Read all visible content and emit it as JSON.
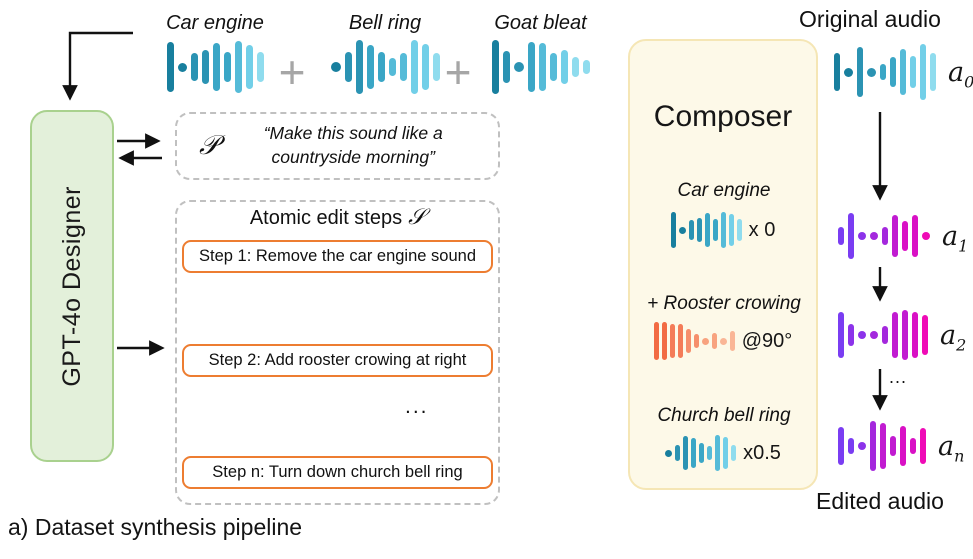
{
  "caption": "a) Dataset synthesis pipeline",
  "designer": {
    "label": "GPT-4o Designer"
  },
  "plus_sign": "+",
  "sources": [
    {
      "name": "Car engine",
      "waveform": {
        "w": 7,
        "gap": 4,
        "bars": [
          {
            "h": 50,
            "c": "#187f9e"
          },
          {
            "h": 9,
            "c": "#187f9e",
            "dot": true
          },
          {
            "h": 28,
            "c": "#2b93b3"
          },
          {
            "h": 34,
            "c": "#2b93b3"
          },
          {
            "h": 48,
            "c": "#3aa6c6"
          },
          {
            "h": 30,
            "c": "#3aa6c6"
          },
          {
            "h": 52,
            "c": "#55bbd8"
          },
          {
            "h": 44,
            "c": "#72cfe8"
          },
          {
            "h": 30,
            "c": "#8fdcee"
          }
        ]
      }
    },
    {
      "name": "Bell ring",
      "waveform": {
        "w": 7,
        "gap": 4,
        "bars": [
          {
            "h": 10,
            "c": "#187f9e",
            "dot": true
          },
          {
            "h": 30,
            "c": "#2b93b3"
          },
          {
            "h": 54,
            "c": "#2b93b3"
          },
          {
            "h": 44,
            "c": "#3aa6c6"
          },
          {
            "h": 30,
            "c": "#3aa6c6"
          },
          {
            "h": 18,
            "c": "#55bbd8"
          },
          {
            "h": 28,
            "c": "#55bbd8"
          },
          {
            "h": 54,
            "c": "#72cfe8"
          },
          {
            "h": 46,
            "c": "#72cfe8"
          },
          {
            "h": 28,
            "c": "#8fdcee"
          }
        ]
      }
    },
    {
      "name": "Goat bleat",
      "waveform": {
        "w": 7,
        "gap": 4,
        "bars": [
          {
            "h": 54,
            "c": "#187f9e"
          },
          {
            "h": 32,
            "c": "#2b93b3"
          },
          {
            "h": 10,
            "c": "#2b93b3",
            "dot": true
          },
          {
            "h": 50,
            "c": "#3aa6c6"
          },
          {
            "h": 48,
            "c": "#55bbd8"
          },
          {
            "h": 28,
            "c": "#55bbd8"
          },
          {
            "h": 34,
            "c": "#72cfe8"
          },
          {
            "h": 20,
            "c": "#8fdcee"
          },
          {
            "h": 14,
            "c": "#8fdcee"
          }
        ]
      }
    }
  ],
  "prompt": {
    "symbol": "𝒫",
    "line1": "“Make this sound like a",
    "line2": "countryside morning”"
  },
  "steps_panel": {
    "title": "Atomic edit steps",
    "symbol": "𝒮",
    "ellipsis": "...",
    "steps": [
      "Step 1: Remove the car engine sound",
      "Step 2: Add rooster crowing at right",
      "Step n: Turn down church bell ring"
    ]
  },
  "composer": {
    "title": "Composer",
    "operations": [
      {
        "label": "Car engine",
        "modifier": "x 0",
        "waveform": {
          "w": 5,
          "gap": 3,
          "bars": [
            {
              "h": 36,
              "c": "#187f9e"
            },
            {
              "h": 7,
              "c": "#187f9e",
              "dot": true
            },
            {
              "h": 20,
              "c": "#2b93b3"
            },
            {
              "h": 24,
              "c": "#2b93b3"
            },
            {
              "h": 34,
              "c": "#3aa6c6"
            },
            {
              "h": 22,
              "c": "#3aa6c6"
            },
            {
              "h": 36,
              "c": "#55bbd8"
            },
            {
              "h": 32,
              "c": "#72cfe8"
            },
            {
              "h": 22,
              "c": "#8fdcee"
            }
          ]
        }
      },
      {
        "label": "+ Rooster crowing",
        "modifier": "@90°",
        "waveform": {
          "w": 5,
          "gap": 3,
          "bars": [
            {
              "h": 38,
              "c": "#f26b43"
            },
            {
              "h": 38,
              "c": "#f26b43"
            },
            {
              "h": 34,
              "c": "#f47c58"
            },
            {
              "h": 34,
              "c": "#f47c58"
            },
            {
              "h": 24,
              "c": "#f68f6c"
            },
            {
              "h": 14,
              "c": "#f68f6c"
            },
            {
              "h": 7,
              "c": "#f8a37f",
              "dot": true
            },
            {
              "h": 16,
              "c": "#f8a37f"
            },
            {
              "h": 7,
              "c": "#fab696",
              "dot": true
            },
            {
              "h": 20,
              "c": "#fab696"
            }
          ]
        }
      },
      {
        "label": "Church bell ring",
        "modifier": "x0.5",
        "waveform": {
          "w": 5,
          "gap": 3,
          "bars": [
            {
              "h": 7,
              "c": "#187f9e",
              "dot": true
            },
            {
              "h": 16,
              "c": "#2b93b3"
            },
            {
              "h": 34,
              "c": "#2b93b3"
            },
            {
              "h": 30,
              "c": "#3aa6c6"
            },
            {
              "h": 20,
              "c": "#3aa6c6"
            },
            {
              "h": 14,
              "c": "#55bbd8"
            },
            {
              "h": 36,
              "c": "#55bbd8"
            },
            {
              "h": 32,
              "c": "#72cfe8"
            },
            {
              "h": 16,
              "c": "#8fdcee"
            }
          ]
        }
      }
    ]
  },
  "outputs": {
    "original_label": "Original audio",
    "edited_label": "Edited audio",
    "ellipsis": "...",
    "stages": [
      {
        "base": "a",
        "sub": "0",
        "waveform": {
          "w": 6,
          "gap": 4,
          "bars": [
            {
              "h": 38,
              "c": "#187f9e"
            },
            {
              "h": 9,
              "c": "#187f9e",
              "dot": true
            },
            {
              "h": 50,
              "c": "#2b93b3"
            },
            {
              "h": 9,
              "c": "#2b93b3",
              "dot": true
            },
            {
              "h": 16,
              "c": "#3aa6c6"
            },
            {
              "h": 30,
              "c": "#3aa6c6"
            },
            {
              "h": 46,
              "c": "#55bbd8"
            },
            {
              "h": 32,
              "c": "#72cfe8"
            },
            {
              "h": 56,
              "c": "#72cfe8"
            },
            {
              "h": 38,
              "c": "#8fdcee"
            }
          ]
        }
      },
      {
        "base": "a",
        "sub": "1",
        "waveform": {
          "w": 6,
          "gap": 4,
          "bars": [
            {
              "h": 18,
              "c": "#7a3df2"
            },
            {
              "h": 46,
              "c": "#7a3df2"
            },
            {
              "h": 8,
              "c": "#8c33ea",
              "dot": true
            },
            {
              "h": 8,
              "c": "#a428dd",
              "dot": true
            },
            {
              "h": 18,
              "c": "#a428dd"
            },
            {
              "h": 42,
              "c": "#c11bd1"
            },
            {
              "h": 30,
              "c": "#d911c5"
            },
            {
              "h": 42,
              "c": "#d911c5"
            },
            {
              "h": 8,
              "c": "#ef0bb6",
              "dot": true
            }
          ]
        }
      },
      {
        "base": "a",
        "sub": "2",
        "waveform": {
          "w": 6,
          "gap": 4,
          "bars": [
            {
              "h": 46,
              "c": "#7a3df2"
            },
            {
              "h": 22,
              "c": "#8c33ea"
            },
            {
              "h": 8,
              "c": "#8c33ea",
              "dot": true
            },
            {
              "h": 8,
              "c": "#a428dd",
              "dot": true
            },
            {
              "h": 18,
              "c": "#a428dd"
            },
            {
              "h": 46,
              "c": "#c11bd1"
            },
            {
              "h": 50,
              "c": "#c11bd1"
            },
            {
              "h": 46,
              "c": "#d911c5"
            },
            {
              "h": 40,
              "c": "#ef0bb6"
            }
          ]
        }
      },
      {
        "base": "a",
        "sub": "n",
        "waveform": {
          "w": 6,
          "gap": 4,
          "bars": [
            {
              "h": 38,
              "c": "#7a3df2"
            },
            {
              "h": 16,
              "c": "#7a3df2"
            },
            {
              "h": 8,
              "c": "#8c33ea",
              "dot": true
            },
            {
              "h": 50,
              "c": "#a428dd"
            },
            {
              "h": 46,
              "c": "#c11bd1"
            },
            {
              "h": 20,
              "c": "#c11bd1"
            },
            {
              "h": 40,
              "c": "#d911c5"
            },
            {
              "h": 16,
              "c": "#d911c5"
            },
            {
              "h": 36,
              "c": "#ef0bb6"
            }
          ]
        }
      }
    ]
  },
  "colors": {
    "designer_fill": "#e3f0da",
    "designer_border": "#a9d18e",
    "composer_fill": "#fdf9e8",
    "composer_border": "#f5e6b5",
    "step_border": "#ed7d31",
    "dashed_border": "#c0c0c0",
    "arrow": "#111111",
    "plus": "#a6a6a6"
  }
}
